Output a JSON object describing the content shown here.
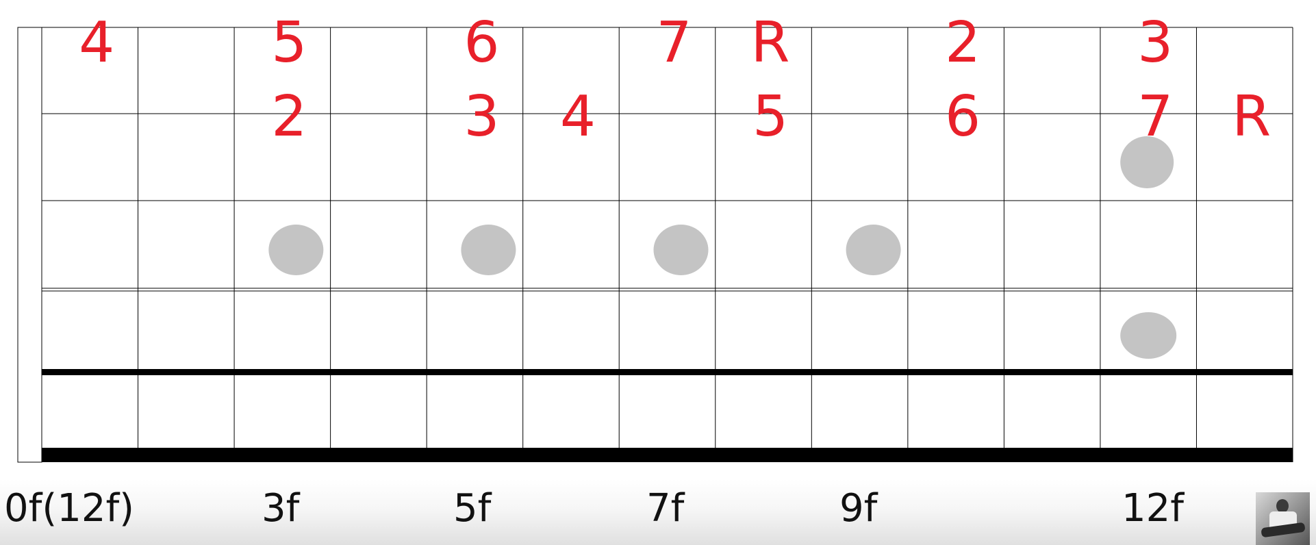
{
  "fretboard": {
    "string_count": 6,
    "fret_count": 13,
    "colors": {
      "note": "#e8202a",
      "marker": "#c4c4c4",
      "line": "#000000"
    },
    "notes": [
      {
        "string": 1,
        "cell": 0,
        "label": "4"
      },
      {
        "string": 1,
        "cell": 2,
        "label": "5"
      },
      {
        "string": 1,
        "cell": 4,
        "label": "6"
      },
      {
        "string": 1,
        "cell": 6,
        "label": "7"
      },
      {
        "string": 1,
        "cell": 7,
        "label": "R"
      },
      {
        "string": 1,
        "cell": 9,
        "label": "2"
      },
      {
        "string": 1,
        "cell": 11,
        "label": "3"
      },
      {
        "string": 2,
        "cell": 2,
        "label": "2"
      },
      {
        "string": 2,
        "cell": 4,
        "label": "3"
      },
      {
        "string": 2,
        "cell": 5,
        "label": "4"
      },
      {
        "string": 2,
        "cell": 7,
        "label": "5"
      },
      {
        "string": 2,
        "cell": 9,
        "label": "6"
      },
      {
        "string": 2,
        "cell": 11,
        "label": "7"
      },
      {
        "string": 2,
        "cell": 12,
        "label": "R"
      }
    ],
    "inlay_frets": [
      3,
      5,
      7,
      9
    ],
    "double_inlay_fret": 12
  },
  "fret_labels": [
    "0f(12f)",
    "3f",
    "5f",
    "7f",
    "9f",
    "12f"
  ],
  "thumbnail_icon": "guitarist-avatar-icon"
}
